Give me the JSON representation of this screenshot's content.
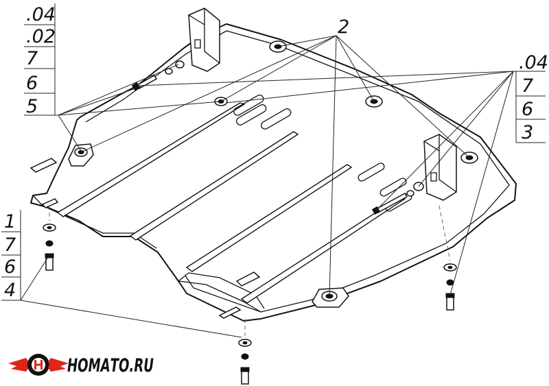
{
  "groups": {
    "top_left": [
      ".04",
      ".02",
      "7",
      "6",
      "5"
    ],
    "right": [
      ".04",
      "7",
      "6",
      "3"
    ],
    "left": [
      "1",
      "7",
      "6",
      "4"
    ],
    "center": "2"
  },
  "logo": {
    "text": "НОМАТО.RU",
    "colors": {
      "wing": "#e2231a",
      "ring": "#111111",
      "center": "#ffffff"
    }
  }
}
